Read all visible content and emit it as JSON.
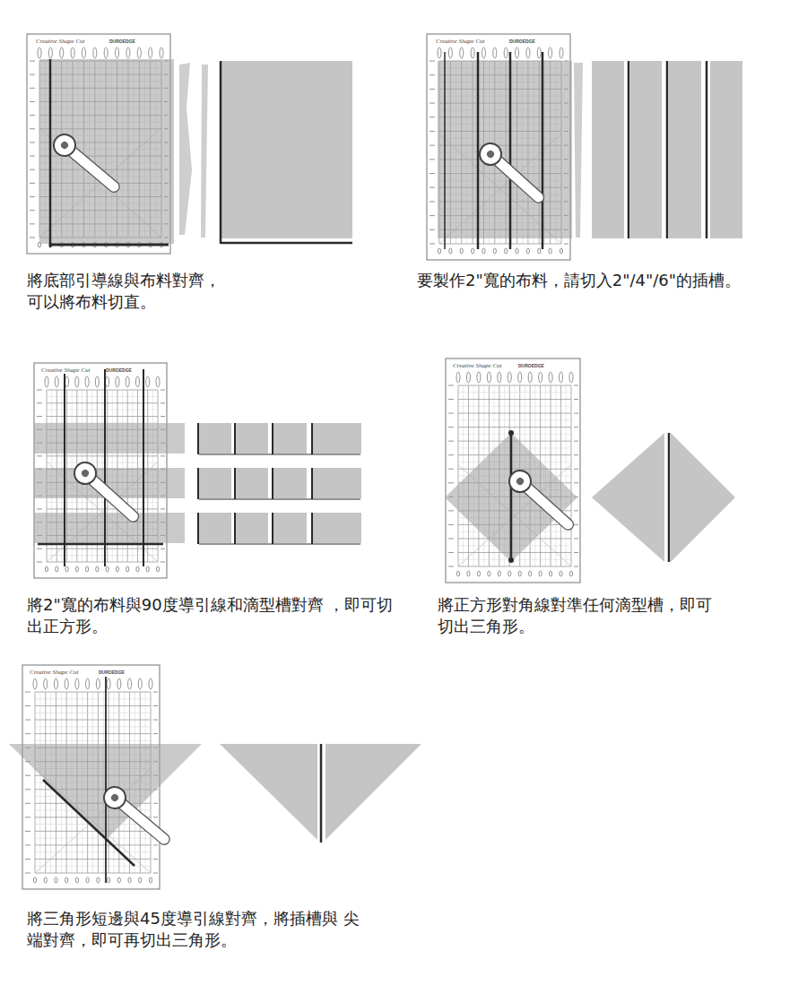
{
  "diagram": {
    "labels": [
      "Creative Shape Cut",
      "DUROEDGE",
      "將底部引導線與布料對齊， 可以將布料切直。",
      "Creative Shape Cut",
      "DUROEDGE",
      "要製作2\"寬的布料，請切入2\"/4\"/6\"的插槽。",
      "Creative Shape Cut",
      "DUROEDGE",
      "將2\"寬的布料與90度導引線和滴型槽對齊 ，即可切出正方形。",
      "Creative Shape Cut",
      "DUROEDGE",
      "將正方形對角線對準任何滴型槽，即可 切出三角形。",
      "Creative Shape Cut",
      "DUROEDGE",
      "將三角形短邊與45度導引線對齊，將插槽與 尖端對齊，即可再切出三角形。"
    ]
  }
}
